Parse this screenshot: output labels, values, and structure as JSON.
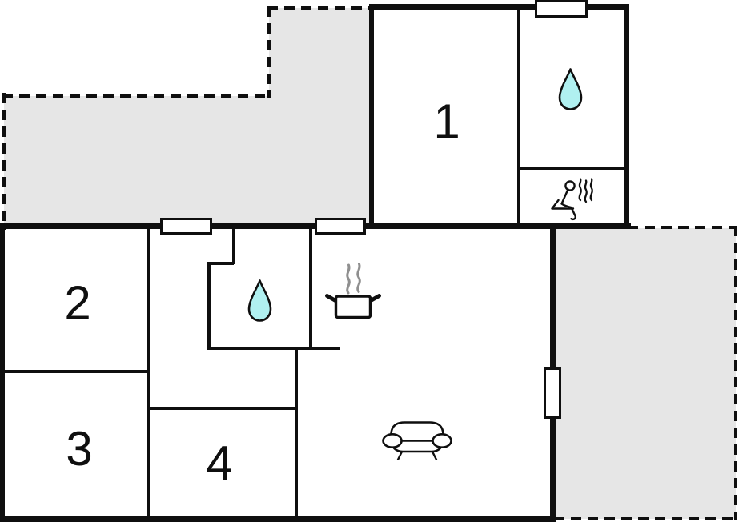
{
  "floor_plan": {
    "rooms": [
      {
        "id": "room-1",
        "label": "1"
      },
      {
        "id": "room-2",
        "label": "2"
      },
      {
        "id": "room-3",
        "label": "3"
      },
      {
        "id": "room-4",
        "label": "4"
      }
    ],
    "icons": [
      {
        "name": "water-drop-icon",
        "area": "bathroom-top-right"
      },
      {
        "name": "sauna-person-icon",
        "area": "sauna-room"
      },
      {
        "name": "water-drop-icon",
        "area": "bathroom-middle"
      },
      {
        "name": "cooking-pot-icon",
        "area": "kitchen"
      },
      {
        "name": "sofa-icon",
        "area": "living-room"
      }
    ],
    "colors": {
      "terrace_fill": "#e6e6e6",
      "water_drop_fill": "#b0f0f0",
      "wall": "#0f0f0f",
      "steam_gray": "#8f8f8f"
    }
  }
}
